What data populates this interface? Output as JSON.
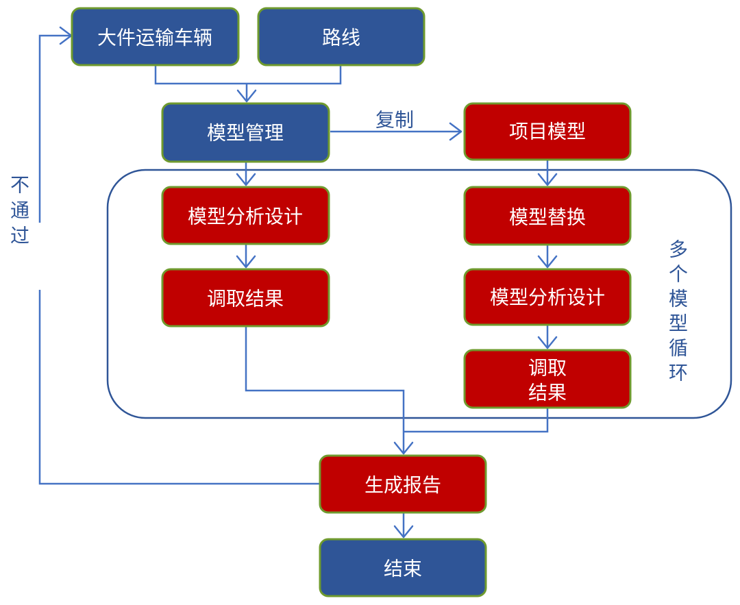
{
  "nodes": {
    "vehicle": "大件运输车辆",
    "route": "路线",
    "model_mgmt": "模型管理",
    "project_model": "项目模型",
    "analysis_left": "模型分析设计",
    "result_left": "调取结果",
    "replace": "模型替换",
    "analysis_right": "模型分析设计",
    "result_right_line1": "调取",
    "result_right_line2": "结果",
    "report": "生成报告",
    "end": "结束"
  },
  "edge_labels": {
    "copy": "复制",
    "fail": [
      "不",
      "通",
      "过"
    ]
  },
  "region_label": [
    "多",
    "个",
    "模",
    "型",
    "循",
    "环"
  ],
  "colors": {
    "blue_node": "#2f5597",
    "red_node": "#c00000",
    "node_border": "#6f9a2e",
    "connector": "#4472c4",
    "label_text": "#2f5597"
  }
}
